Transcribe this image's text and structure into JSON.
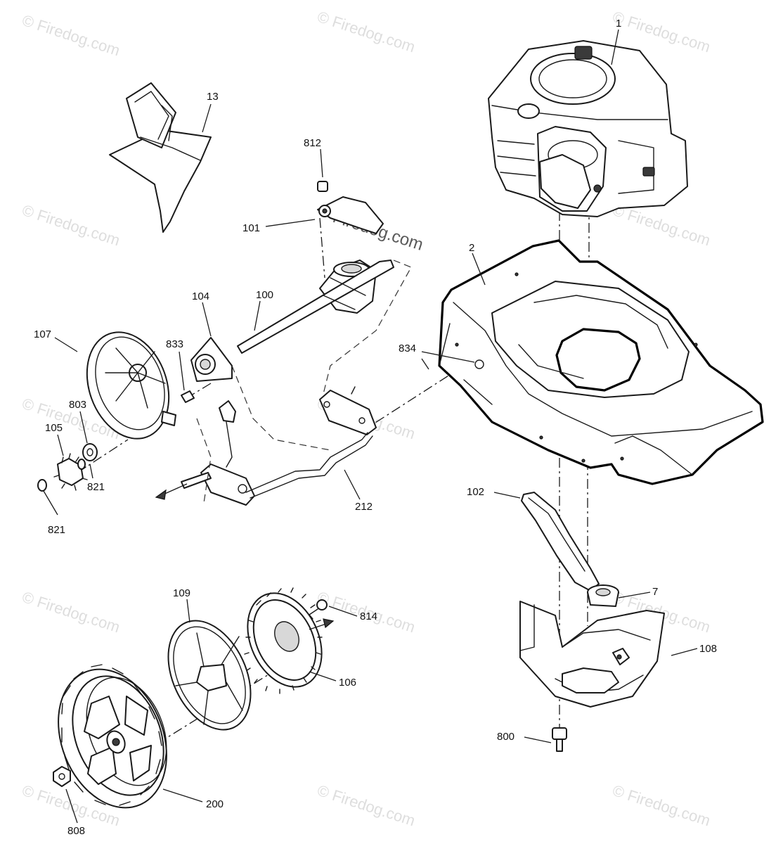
{
  "watermark": {
    "text": "© Firedog.com",
    "center_text": "Firedog.com"
  },
  "callouts": {
    "c1": "1",
    "c2": "2",
    "c7": "7",
    "c13": "13",
    "c100": "100",
    "c101": "101",
    "c102": "102",
    "c104": "104",
    "c105": "105",
    "c106": "106",
    "c107": "107",
    "c108": "108",
    "c109": "109",
    "c200": "200",
    "c212": "212",
    "c800": "800",
    "c803": "803",
    "c808": "808",
    "c812": "812",
    "c814": "814",
    "c821a": "821",
    "c821b": "821",
    "c833": "833",
    "c834": "834"
  },
  "colors": {
    "line": "#1a1a1a",
    "background": "#ffffff"
  }
}
